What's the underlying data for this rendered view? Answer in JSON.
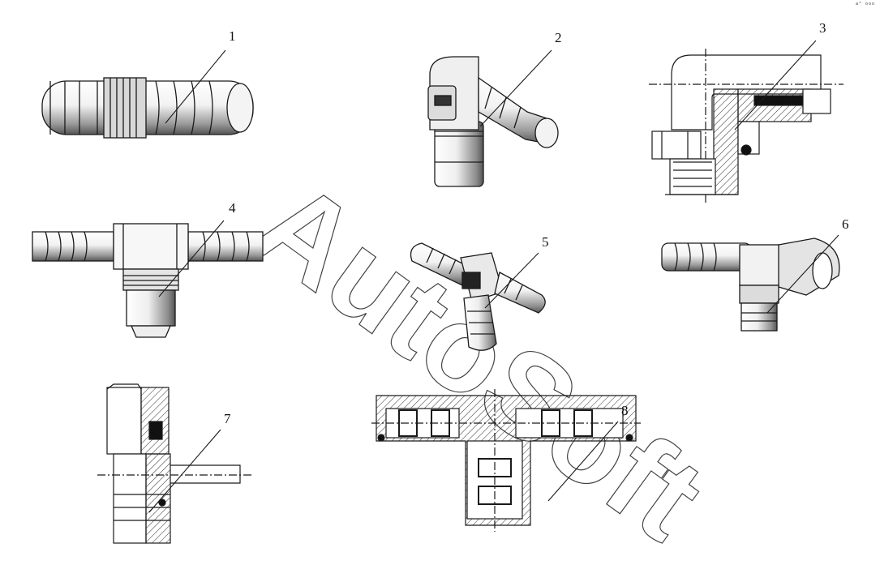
{
  "callouts": [
    {
      "id": "1",
      "label": "1"
    },
    {
      "id": "2",
      "label": "2"
    },
    {
      "id": "3",
      "label": "3"
    },
    {
      "id": "4",
      "label": "4"
    },
    {
      "id": "5",
      "label": "5"
    },
    {
      "id": "6",
      "label": "6"
    },
    {
      "id": "7",
      "label": "7"
    },
    {
      "id": "8",
      "label": "8"
    }
  ],
  "watermark": {
    "text": "AutoSoft"
  },
  "corner_mark": {
    "text": "a° ooo"
  },
  "colors": {
    "line": "#1a1a1a",
    "hatch": "#333333",
    "fill_light": "#e9e9e9",
    "fill_mid": "#bdbdbd",
    "fill_dark": "#6e6e6e",
    "watermark": "#444444"
  }
}
